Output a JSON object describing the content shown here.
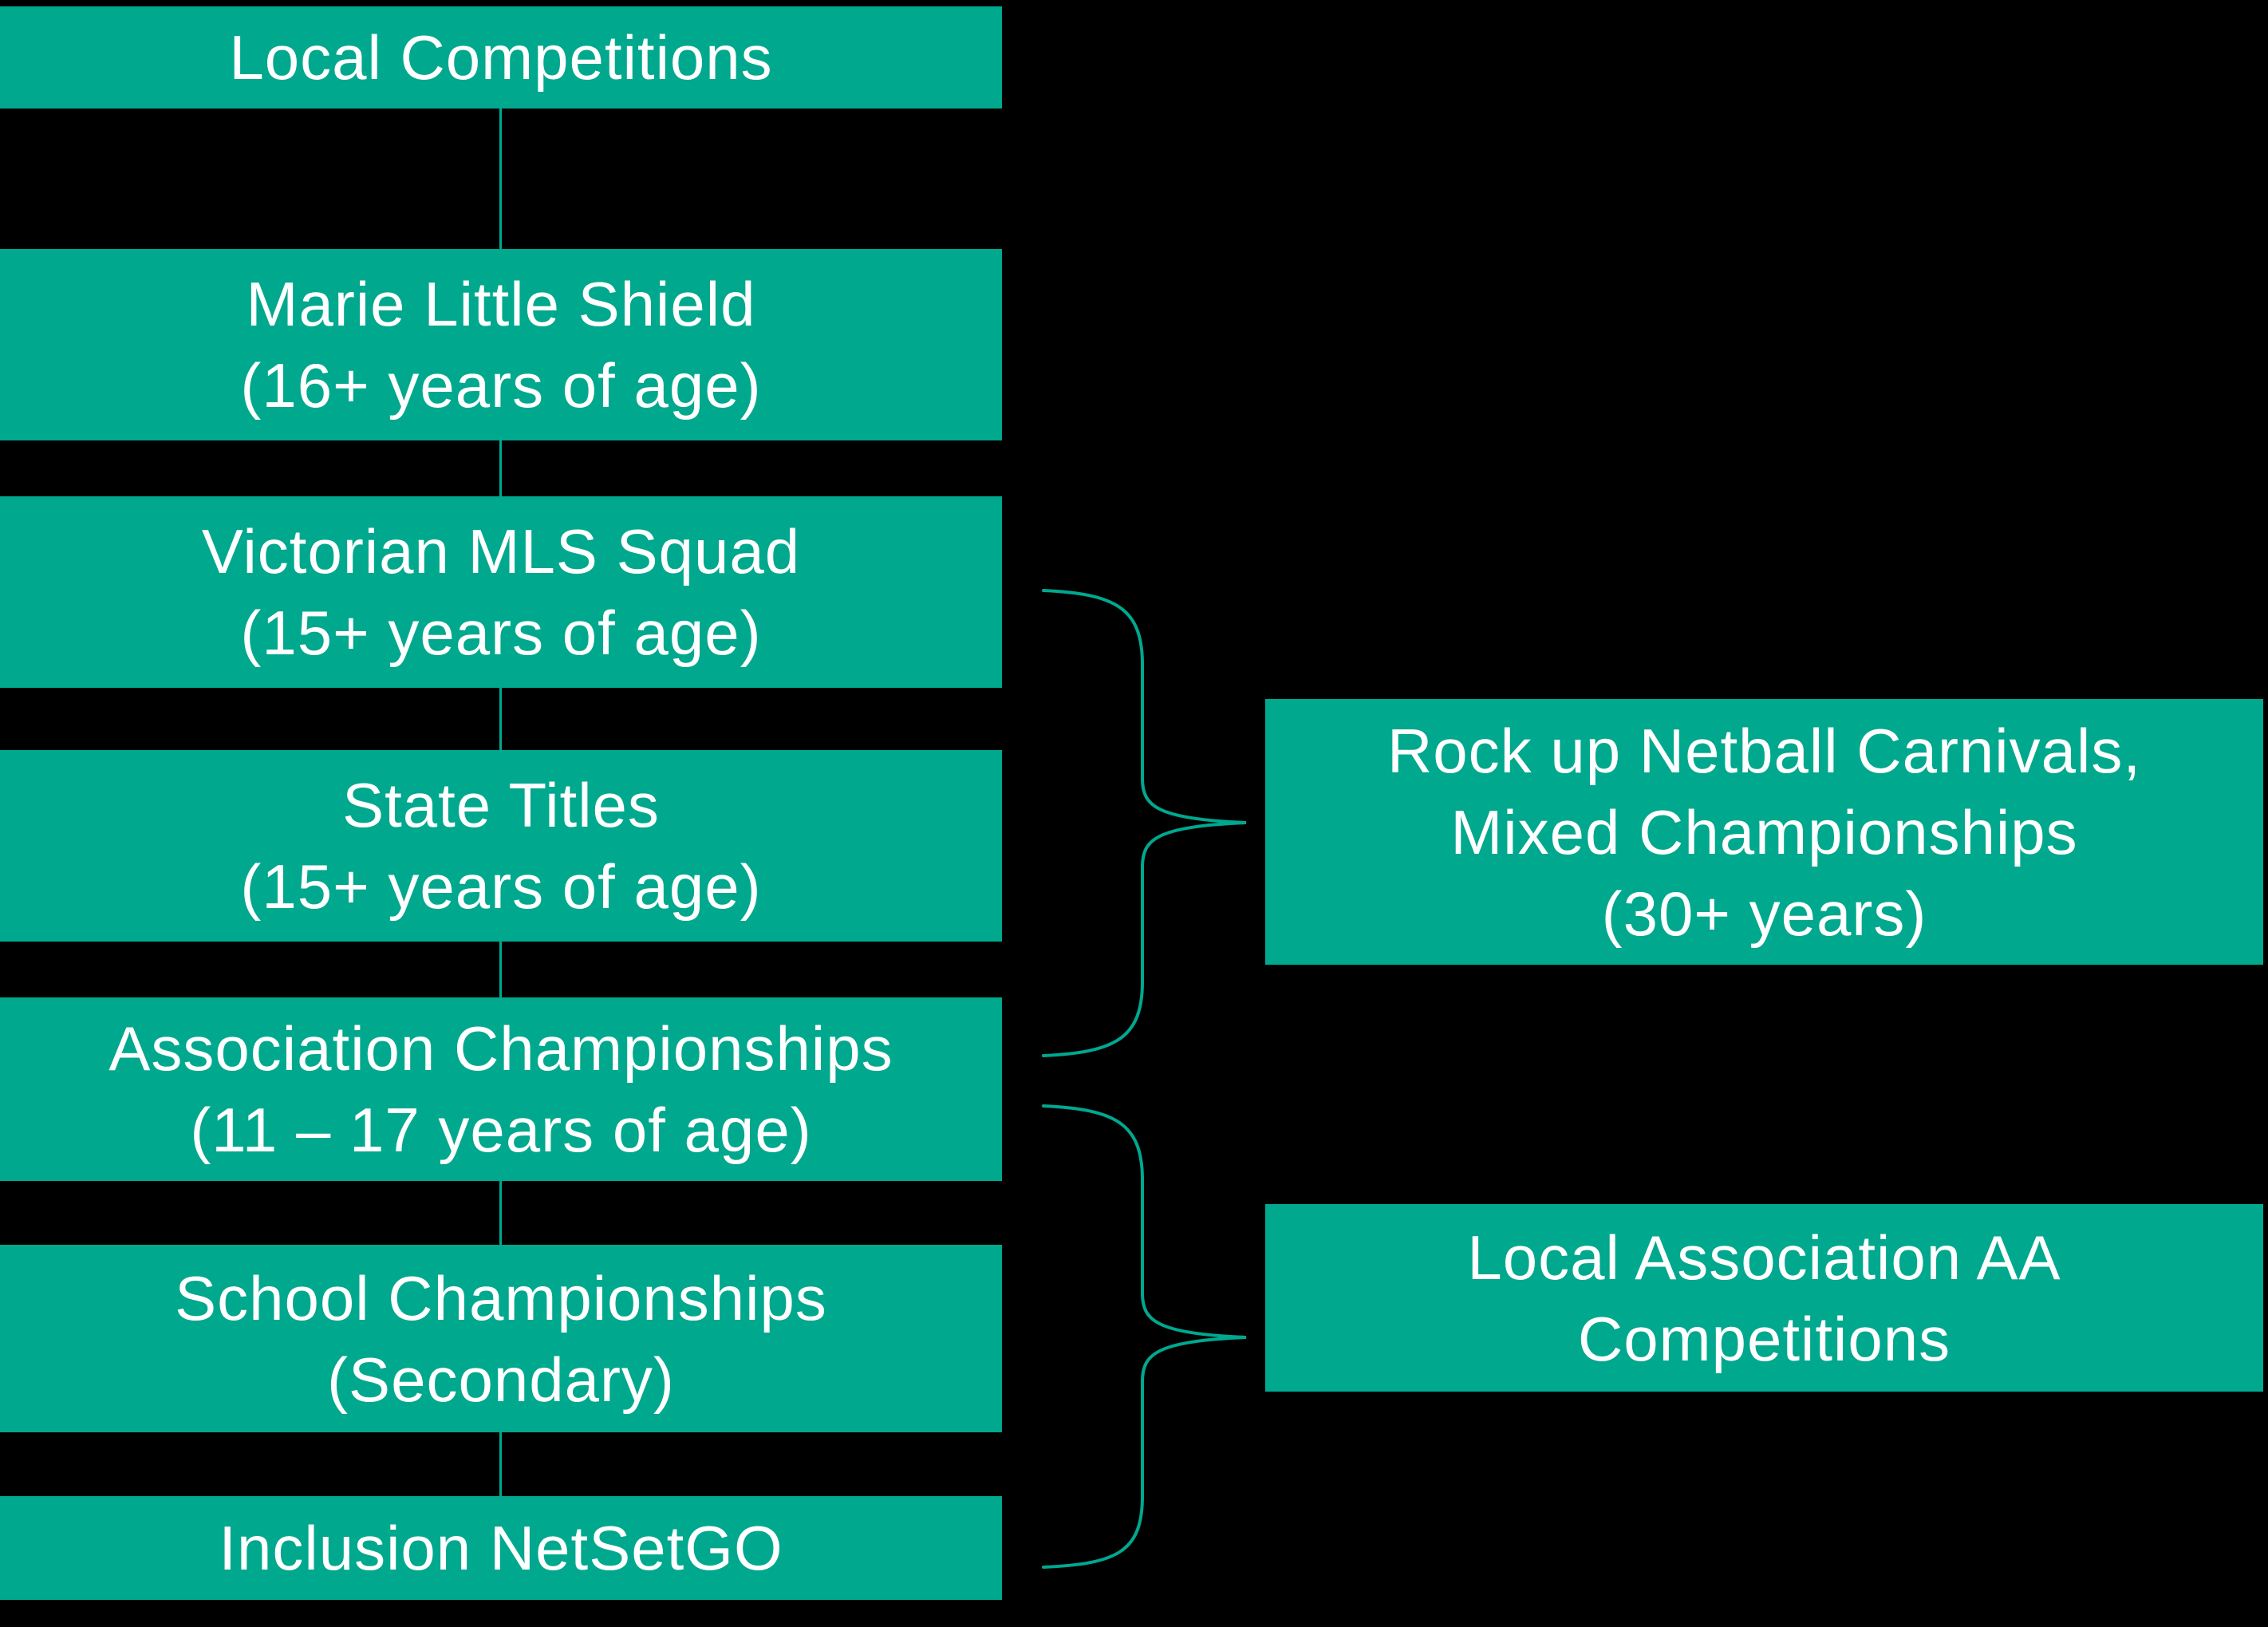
{
  "colors": {
    "bg": "#000000",
    "box_fill": "#00A88E",
    "line": "#00A890",
    "text": "#FFFFFF"
  },
  "left_column": {
    "boxes": [
      {
        "id": "local-competitions",
        "line1": "Local Competitions",
        "line2": ""
      },
      {
        "id": "marie-little-shield",
        "line1": "Marie Little Shield",
        "line2": "(16+ years of age)"
      },
      {
        "id": "victorian-mls-squad",
        "line1": "Victorian MLS Squad",
        "line2": "(15+ years of age)"
      },
      {
        "id": "state-titles",
        "line1": "State Titles",
        "line2": "(15+ years of age)"
      },
      {
        "id": "association-championships",
        "line1": "Association Championships",
        "line2": "(11 – 17 years of age)"
      },
      {
        "id": "school-championships",
        "line1": "School Championships",
        "line2": "(Secondary)"
      },
      {
        "id": "inclusion-netsetgo",
        "line1": "Inclusion NetSetGO",
        "line2": ""
      }
    ]
  },
  "right_column": {
    "boxes": [
      {
        "id": "rock-up-netball-carnivals",
        "line1": "Rock up Netball Carnivals,",
        "line2": "Mixed Championships",
        "line3": "(30+ years)"
      },
      {
        "id": "local-association-aa",
        "line1": "Local Association AA",
        "line2": "Competitions",
        "line3": ""
      }
    ]
  }
}
